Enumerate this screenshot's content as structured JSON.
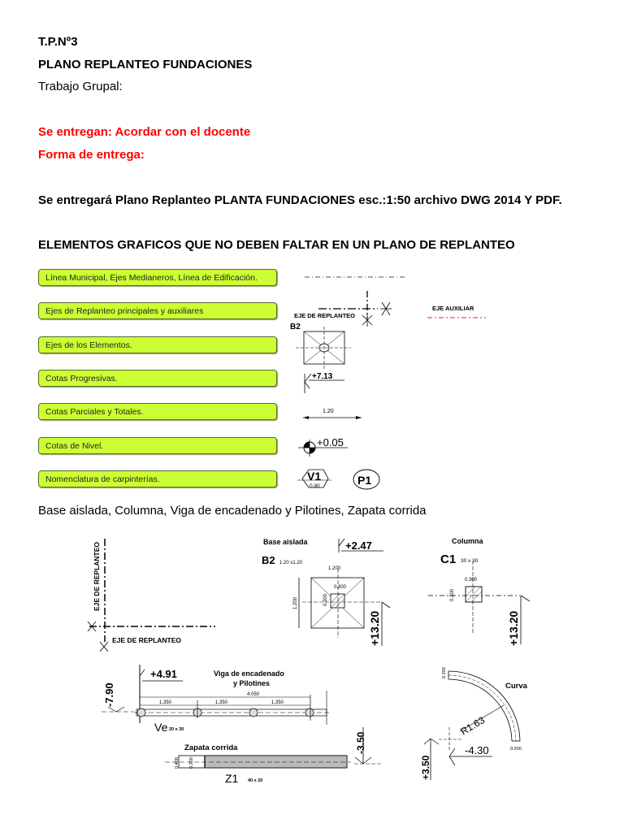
{
  "header": {
    "tp_number": "T.P.Nº3",
    "title": "PLANO REPLANTEO FUNDACIONES",
    "subtitle": "Trabajo Grupal:"
  },
  "delivery": {
    "se_entregan": "Se entregan: Acordar con el docente",
    "forma_entrega": "Forma de entrega:",
    "description": "Se entregará Plano Replanteo PLANTA FUNDACIONES esc.:1:50  archivo DWG 2014 Y PDF.",
    "accent_color": "#ff0000"
  },
  "elements_section": {
    "heading": "ELEMENTOS GRAFICOS QUE NO DEBEN FALTAR EN UN PLANO DE REPLANTEO",
    "box_color": "#ccff33",
    "items": [
      {
        "label": "Línea Municipal, Ejes Medianeros, Línea de Edificación."
      },
      {
        "label": "Ejes de Replanteo principales y auxiliares"
      },
      {
        "label": "Ejes de los Elementos."
      },
      {
        "label": "Cotas Progresivas."
      },
      {
        "label": "Cotas Parciales y Totales."
      },
      {
        "label": "Cotas de Nivel."
      },
      {
        "label": "Nomenclatura de carpinterías."
      }
    ],
    "symbols": {
      "eje_replanteo": "EJE DE REPLANTEO",
      "eje_auxiliar": "EJE AUXILIAR",
      "eje_auxiliar_color": "#e05050",
      "base_tag": "B2",
      "cota_progresiva": "+7.13",
      "cota_parcial": "1.20",
      "cota_nivel": "+0.05",
      "carpinteria_v": "V1",
      "carpinteria_v_sub": "0.90",
      "carpinteria_p": "P1"
    }
  },
  "examples_section": {
    "heading": "Base aislada, Columna, Viga de encadenado y Pilotines, Zapata corrida",
    "axes": {
      "vertical_label": "EJE DE REPLANTEO",
      "horizontal_label": "EJE DE REPLANTEO"
    },
    "base_aislada": {
      "title": "Base aislada",
      "tag": "B2",
      "size": "1.20 x1.20",
      "cota": "+2.47",
      "width_dim": "1.200",
      "height_dim": "1.200",
      "col_w": "0.300",
      "col_h": "0.300",
      "cota_vertical": "+13.20"
    },
    "columna": {
      "title": "Columna",
      "tag": "C1",
      "size": "30 x 30",
      "col_w": "0.300",
      "col_h": "0.300",
      "cota_vertical": "+13.20"
    },
    "viga": {
      "title_line1": "Viga de encadenado",
      "title_line2": "y Pilotines",
      "cota": "+4.91",
      "cota_vertical": "-7.90",
      "total_dim": "4.050",
      "spans": [
        "1.350",
        "1.350",
        "1.350"
      ],
      "tag": "Ve",
      "size": "20 x 30"
    },
    "zapata": {
      "title": "Zapata corrida",
      "tag": "Z1",
      "size": "40 x 20",
      "dim_outer": "0.400",
      "dim_inner": "0.200",
      "cota_vertical": "-3.50"
    },
    "curva": {
      "title": "Curva",
      "radius": "R1.63",
      "cota_h": "-4.30",
      "cota_v": "+3.50",
      "end_dim_top": "0.200",
      "end_dim_bottom": "0.200"
    }
  }
}
